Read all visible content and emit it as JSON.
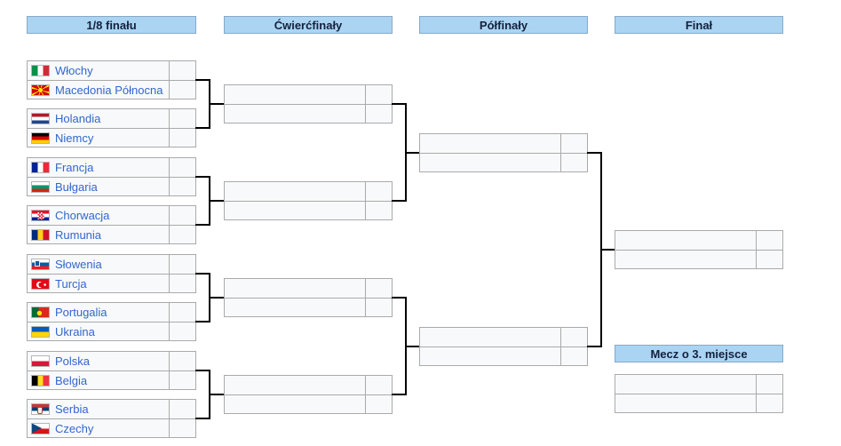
{
  "colors": {
    "header_bg": "#aad4f2",
    "header_border": "#87a9c8",
    "header_text": "#14213d",
    "cell_bg": "#f8f9fa",
    "cell_border": "#aaaaaa",
    "team_link": "#3366cc",
    "bracket_line": "#000000"
  },
  "headers": {
    "round_of_16": "1/8 finału",
    "quarterfinals": "Ćwierćfinały",
    "semifinals": "Półfinały",
    "final": "Finał",
    "third_place": "Mecz o 3. miejsce"
  },
  "bracket": {
    "round_of_16": [
      {
        "home": {
          "name": "Włochy",
          "flag": "it",
          "score": ""
        },
        "away": {
          "name": "Macedonia Północna",
          "flag": "mk",
          "score": ""
        }
      },
      {
        "home": {
          "name": "Holandia",
          "flag": "nl",
          "score": ""
        },
        "away": {
          "name": "Niemcy",
          "flag": "de",
          "score": ""
        }
      },
      {
        "home": {
          "name": "Francja",
          "flag": "fr",
          "score": ""
        },
        "away": {
          "name": "Bułgaria",
          "flag": "bg",
          "score": ""
        }
      },
      {
        "home": {
          "name": "Chorwacja",
          "flag": "hr",
          "score": ""
        },
        "away": {
          "name": "Rumunia",
          "flag": "ro",
          "score": ""
        }
      },
      {
        "home": {
          "name": "Słowenia",
          "flag": "si",
          "score": ""
        },
        "away": {
          "name": "Turcja",
          "flag": "tr",
          "score": ""
        }
      },
      {
        "home": {
          "name": "Portugalia",
          "flag": "pt",
          "score": ""
        },
        "away": {
          "name": "Ukraina",
          "flag": "ua",
          "score": ""
        }
      },
      {
        "home": {
          "name": "Polska",
          "flag": "pl",
          "score": ""
        },
        "away": {
          "name": "Belgia",
          "flag": "be",
          "score": ""
        }
      },
      {
        "home": {
          "name": "Serbia",
          "flag": "rs",
          "score": ""
        },
        "away": {
          "name": "Czechy",
          "flag": "cz",
          "score": ""
        }
      }
    ],
    "quarterfinals": [
      {
        "home": {
          "name": "",
          "score": ""
        },
        "away": {
          "name": "",
          "score": ""
        }
      },
      {
        "home": {
          "name": "",
          "score": ""
        },
        "away": {
          "name": "",
          "score": ""
        }
      },
      {
        "home": {
          "name": "",
          "score": ""
        },
        "away": {
          "name": "",
          "score": ""
        }
      },
      {
        "home": {
          "name": "",
          "score": ""
        },
        "away": {
          "name": "",
          "score": ""
        }
      }
    ],
    "semifinals": [
      {
        "home": {
          "name": "",
          "score": ""
        },
        "away": {
          "name": "",
          "score": ""
        }
      },
      {
        "home": {
          "name": "",
          "score": ""
        },
        "away": {
          "name": "",
          "score": ""
        }
      }
    ],
    "final": [
      {
        "home": {
          "name": "",
          "score": ""
        },
        "away": {
          "name": "",
          "score": ""
        }
      }
    ],
    "third_place": [
      {
        "home": {
          "name": "",
          "score": ""
        },
        "away": {
          "name": "",
          "score": ""
        }
      }
    ]
  }
}
